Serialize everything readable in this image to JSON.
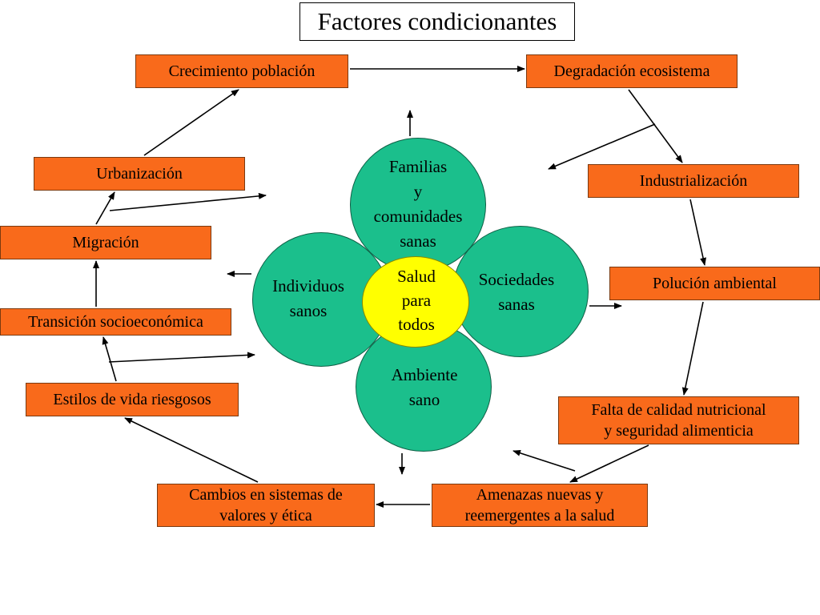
{
  "title": "Factores condicionantes",
  "boxes": {
    "crecimiento": "Crecimiento población",
    "degradacion": "Degradación ecosistema",
    "urbanizacion": "Urbanización",
    "industrializacion": "Industrialización",
    "migracion": "Migración",
    "polucion": "Polución ambiental",
    "transicion": "Transición socioeconómica",
    "estilos": "Estilos de vida riesgosos",
    "falta_calidad": "Falta de calidad nutricional\ny seguridad alimenticia",
    "cambios": "Cambios en sistemas de\nvalores y ética",
    "amenazas": "Amenazas nuevas y\nreemergentes a la salud"
  },
  "flower": {
    "familias": "Familias\ny\ncomunidades\nsanas",
    "individuos": "Individuos\nsanos",
    "sociedades": "Sociedades\nsanas",
    "ambiente": "Ambiente\nsano",
    "center": "Salud\npara\ntodos"
  },
  "colors": {
    "box_fill": "#f96a1b",
    "petal_fill": "#1bbf8c",
    "center_fill": "#ffff00"
  }
}
